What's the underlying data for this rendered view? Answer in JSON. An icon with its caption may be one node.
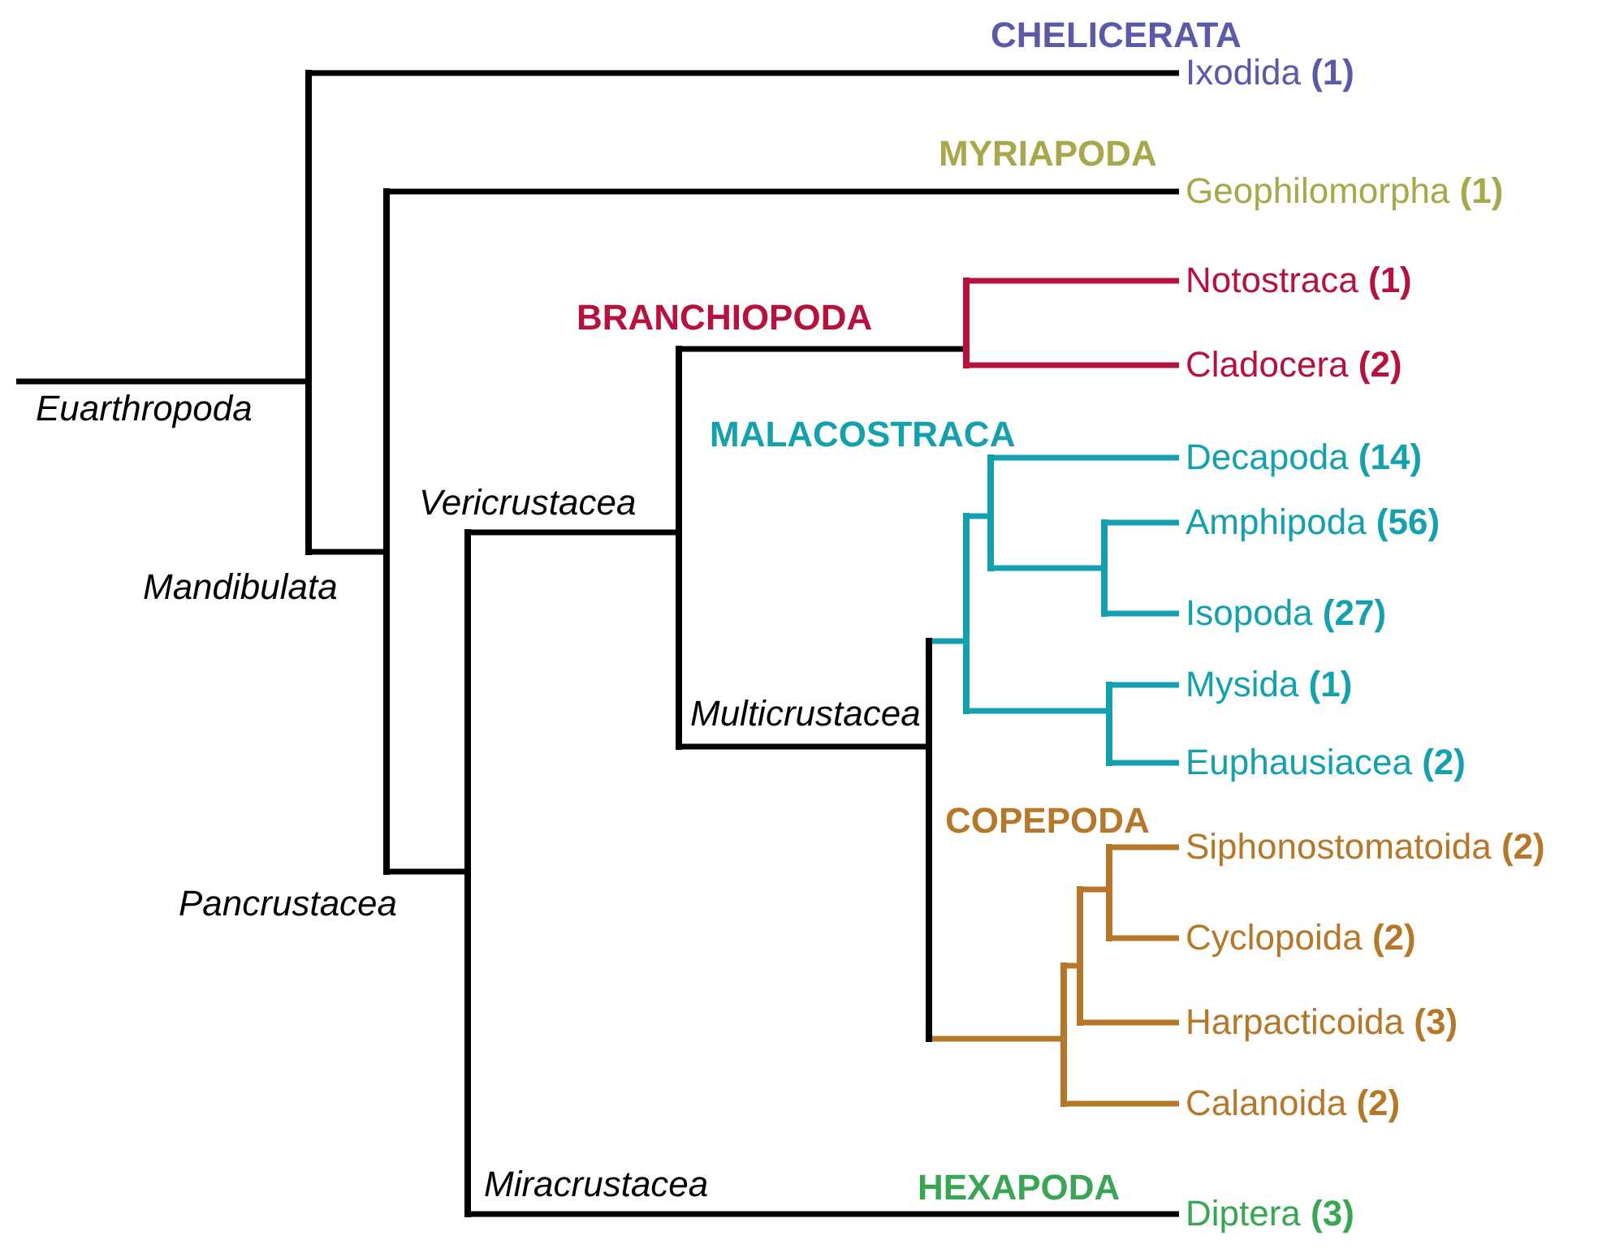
{
  "diagram": {
    "nodes": [
      {
        "text": [],
        "shape": "bar",
        "beside": [
          "Euarthropoda"
        ]
      },
      {
        "text": [
          "Ixodida **(1)**"
        ]
      },
      {
        "text": [],
        "shape": "bar"
      },
      {
        "text": [
          "Geophilomorpha **(1)**"
        ]
      },
      {
        "text": [],
        "shape": "bar"
      },
      {
        "text": [],
        "shape": "bar"
      },
      {
        "text": [],
        "shape": "bar"
      },
      {
        "text": [
          "Notostraca **(1)**"
        ]
      },
      {
        "text": [
          "Cladocera **(2)**"
        ]
      },
      {
        "text": [],
        "shape": "bar",
        "beside": [
          "Multicrustacea"
        ]
      },
      {
        "text": [],
        "shape": "bar"
      },
      {
        "text": [],
        "shape": "bar"
      },
      {
        "text": [
          "Decapoda **(14)**"
        ]
      },
      {
        "text": [],
        "shape": "bar"
      },
      {
        "text": [
          "Amphipoda **(56)**"
        ]
      },
      {
        "text": [
          "Isopoda **(27)**"
        ]
      },
      {
        "text": [],
        "shape": "bar"
      },
      {
        "text": [
          "Mysida **(1)**"
        ]
      },
      {
        "text": [
          "Euphausiacea **(2)**"
        ]
      },
      {
        "text": [],
        "shape": "bar"
      },
      {
        "text": [],
        "shape": "bar"
      },
      {
        "text": [],
        "shape": "bar"
      },
      {
        "text": [
          "Siphonostomatoida **(2)**"
        ]
      },
      {
        "text": [
          "Cyclopoida **(2)**"
        ]
      },
      {
        "text": [
          "Harpacticoida **(3)**"
        ]
      },
      {
        "text": [
          "Calanoida **(2)**"
        ]
      },
      {
        "text": [
          "Diptera **(3)**"
        ]
      }
    ],
    "edges": [
      {
        "from": null,
        "to": 0,
        "arrow": "none"
      },
      {
        "from": 0,
        "to": 1,
        "arrow": "none",
        "label": "CHELICERATA"
      },
      {
        "from": 0,
        "to": 2,
        "arrow": "none"
      },
      {
        "from": 2,
        "to": 3,
        "arrow": "none",
        "label": "MYRIAPODA"
      },
      {
        "from": 2,
        "to": 4,
        "arrow": "none"
      },
      {
        "from": 4,
        "to": 5,
        "arrow": "none"
      },
      {
        "from": 5,
        "to": 6,
        "arrow": "none",
        "label": "BRANCHIOPODA"
      },
      {
        "from": 6,
        "to": 7,
        "arrow": "none",
        "color": "#b5123e"
      },
      {
        "from": 6,
        "to": 8,
        "arrow": "none",
        "color": "#b5123e"
      },
      {
        "from": 5,
        "to": 9,
        "arrow": "none"
      },
      {
        "from": 9,
        "to": 10,
        "arrow": "none",
        "color": "#14a0ad"
      },
      {
        "from": 10,
        "to": 11,
        "arrow": "none",
        "color": "#14a0ad"
      },
      {
        "from": 11,
        "to": 12,
        "arrow": "none",
        "color": "#14a0ad"
      },
      {
        "from": 11,
        "to": 13,
        "arrow": "none",
        "color": "#14a0ad"
      },
      {
        "from": 13,
        "to": 14,
        "arrow": "none",
        "color": "#14a0ad"
      },
      {
        "from": 13,
        "to": 15,
        "arrow": "none",
        "color": "#14a0ad"
      },
      {
        "from": 10,
        "to": 16,
        "arrow": "none",
        "color": "#14a0ad"
      },
      {
        "from": 16,
        "to": 17,
        "arrow": "none",
        "color": "#14a0ad"
      },
      {
        "from": 16,
        "to": 18,
        "arrow": "none",
        "color": "#14a0ad"
      },
      {
        "from": 9,
        "to": 19,
        "arrow": "none",
        "color": "#b5782a"
      },
      {
        "from": 19,
        "to": 20,
        "arrow": "none",
        "color": "#b5782a"
      },
      {
        "from": 20,
        "to": 21,
        "arrow": "none",
        "color": "#b5782a"
      },
      {
        "from": 21,
        "to": 22,
        "arrow": "none",
        "color": "#b5782a"
      },
      {
        "from": 21,
        "to": 23,
        "arrow": "none",
        "color": "#b5782a"
      },
      {
        "from": 20,
        "to": 24,
        "arrow": "none",
        "color": "#b5782a"
      },
      {
        "from": 19,
        "to": 25,
        "arrow": "none",
        "color": "#b5782a"
      },
      {
        "from": 4,
        "to": 26,
        "arrow": "none",
        "label": "HEXAPODA"
      }
    ],
    "labels": [
      "MALACOSTRACA",
      "Vericrustacea",
      "Mandibulata",
      "COPEPODA",
      "Pancrustacea",
      "Miracrustacea"
    ]
  }
}
